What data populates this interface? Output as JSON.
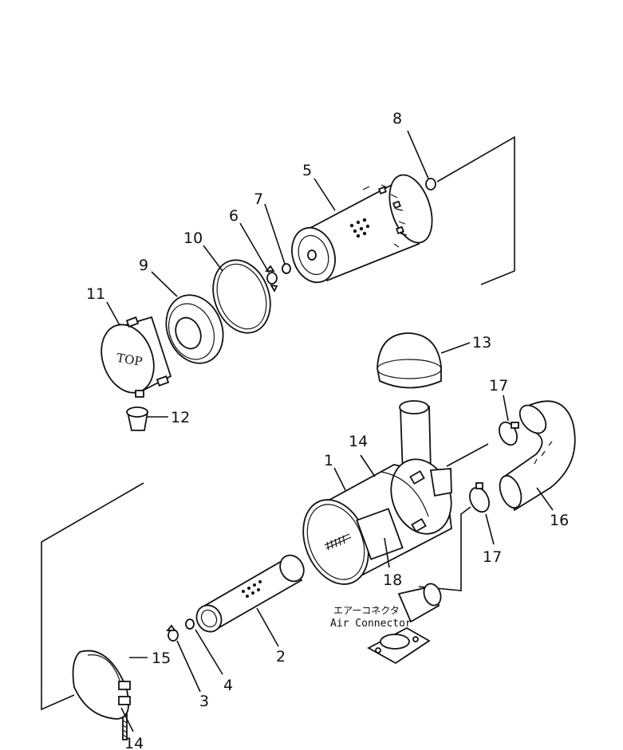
{
  "callouts": {
    "c1": "1",
    "c2": "2",
    "c3": "3",
    "c4": "4",
    "c5": "5",
    "c6": "6",
    "c7": "7",
    "c8": "8",
    "c9": "9",
    "c10": "10",
    "c11": "11",
    "c12": "12",
    "c13": "13",
    "c14a": "14",
    "c14b": "14",
    "c15": "15",
    "c16": "16",
    "c17a": "17",
    "c17b": "17",
    "c18": "18"
  },
  "cover_text": "TOP",
  "air_connector": {
    "jp": "エアーコネクタ",
    "en": "Air Connector"
  }
}
